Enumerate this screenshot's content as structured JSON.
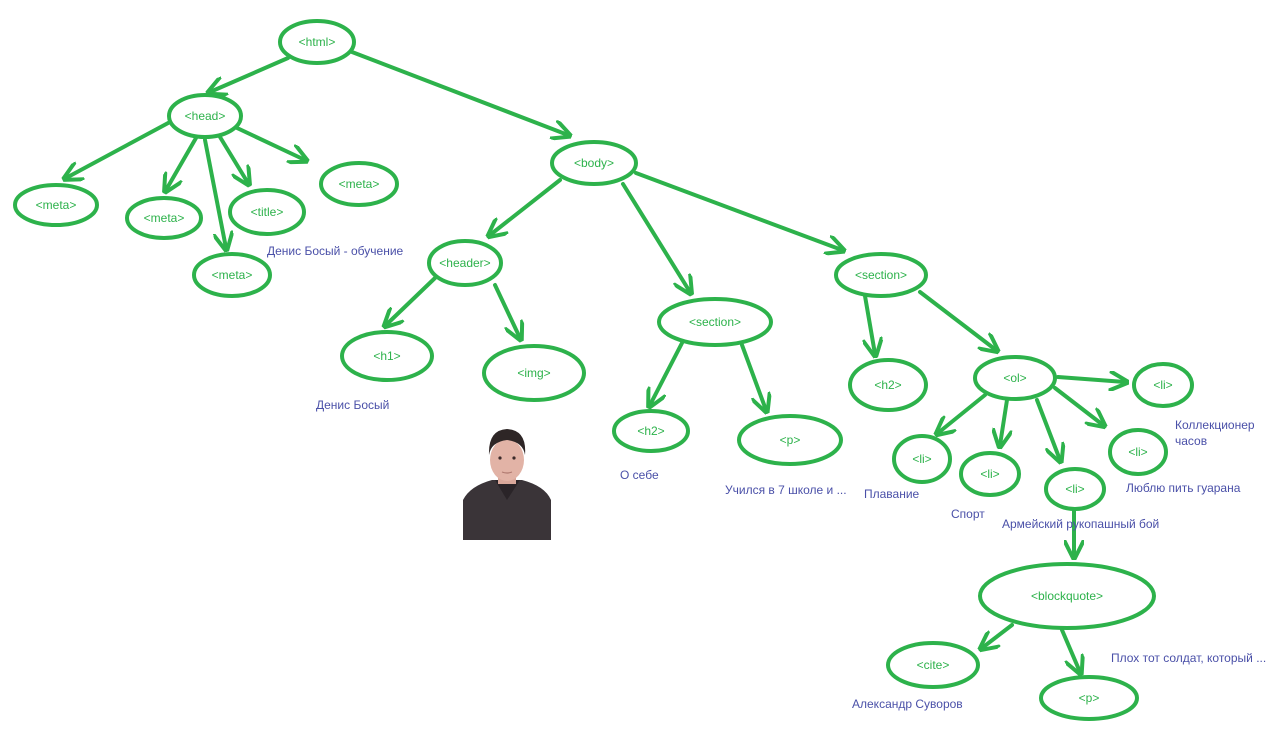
{
  "colors": {
    "node_stroke": "#2db24b",
    "node_text": "#2db24b",
    "note_text": "#4a50a8",
    "background": "#ffffff"
  },
  "nodes": {
    "html": "<html>",
    "head": "<head>",
    "meta_1": "<meta>",
    "meta_2": "<meta>",
    "meta_3": "<meta>",
    "meta_4": "<meta>",
    "title": "<title>",
    "body": "<body>",
    "header": "<header>",
    "h1": "<h1>",
    "img": "<img>",
    "section_about": "<section>",
    "h2_about": "<h2>",
    "p_about": "<p>",
    "section_hobby": "<section>",
    "h2_hobby": "<h2>",
    "ol": "<ol>",
    "li_swimming": "<li>",
    "li_sport": "<li>",
    "li_army": "<li>",
    "li_guarana": "<li>",
    "li_watches": "<li>",
    "blockquote": "<blockquote>",
    "cite": "<cite>",
    "p_quote": "<p>"
  },
  "notes": {
    "title_text": "Денис Босый - обучение",
    "h1_text": "Денис Босый",
    "about_h2_text": "О себе",
    "about_p_text": "Учился в 7 школе и ...",
    "li_swimming_text": "Плавание",
    "li_sport_text": "Спорт",
    "li_army_text": "Армейский рукопашный бой",
    "li_guarana_text": "Люблю пить гуарана",
    "li_watches_text_line1": "Коллекционер",
    "li_watches_text_line2": "часов",
    "quote_text": "Плох тот солдат, который ...",
    "cite_text": "Александр Суворов"
  },
  "image": {
    "icon": "person-portrait-photo"
  }
}
